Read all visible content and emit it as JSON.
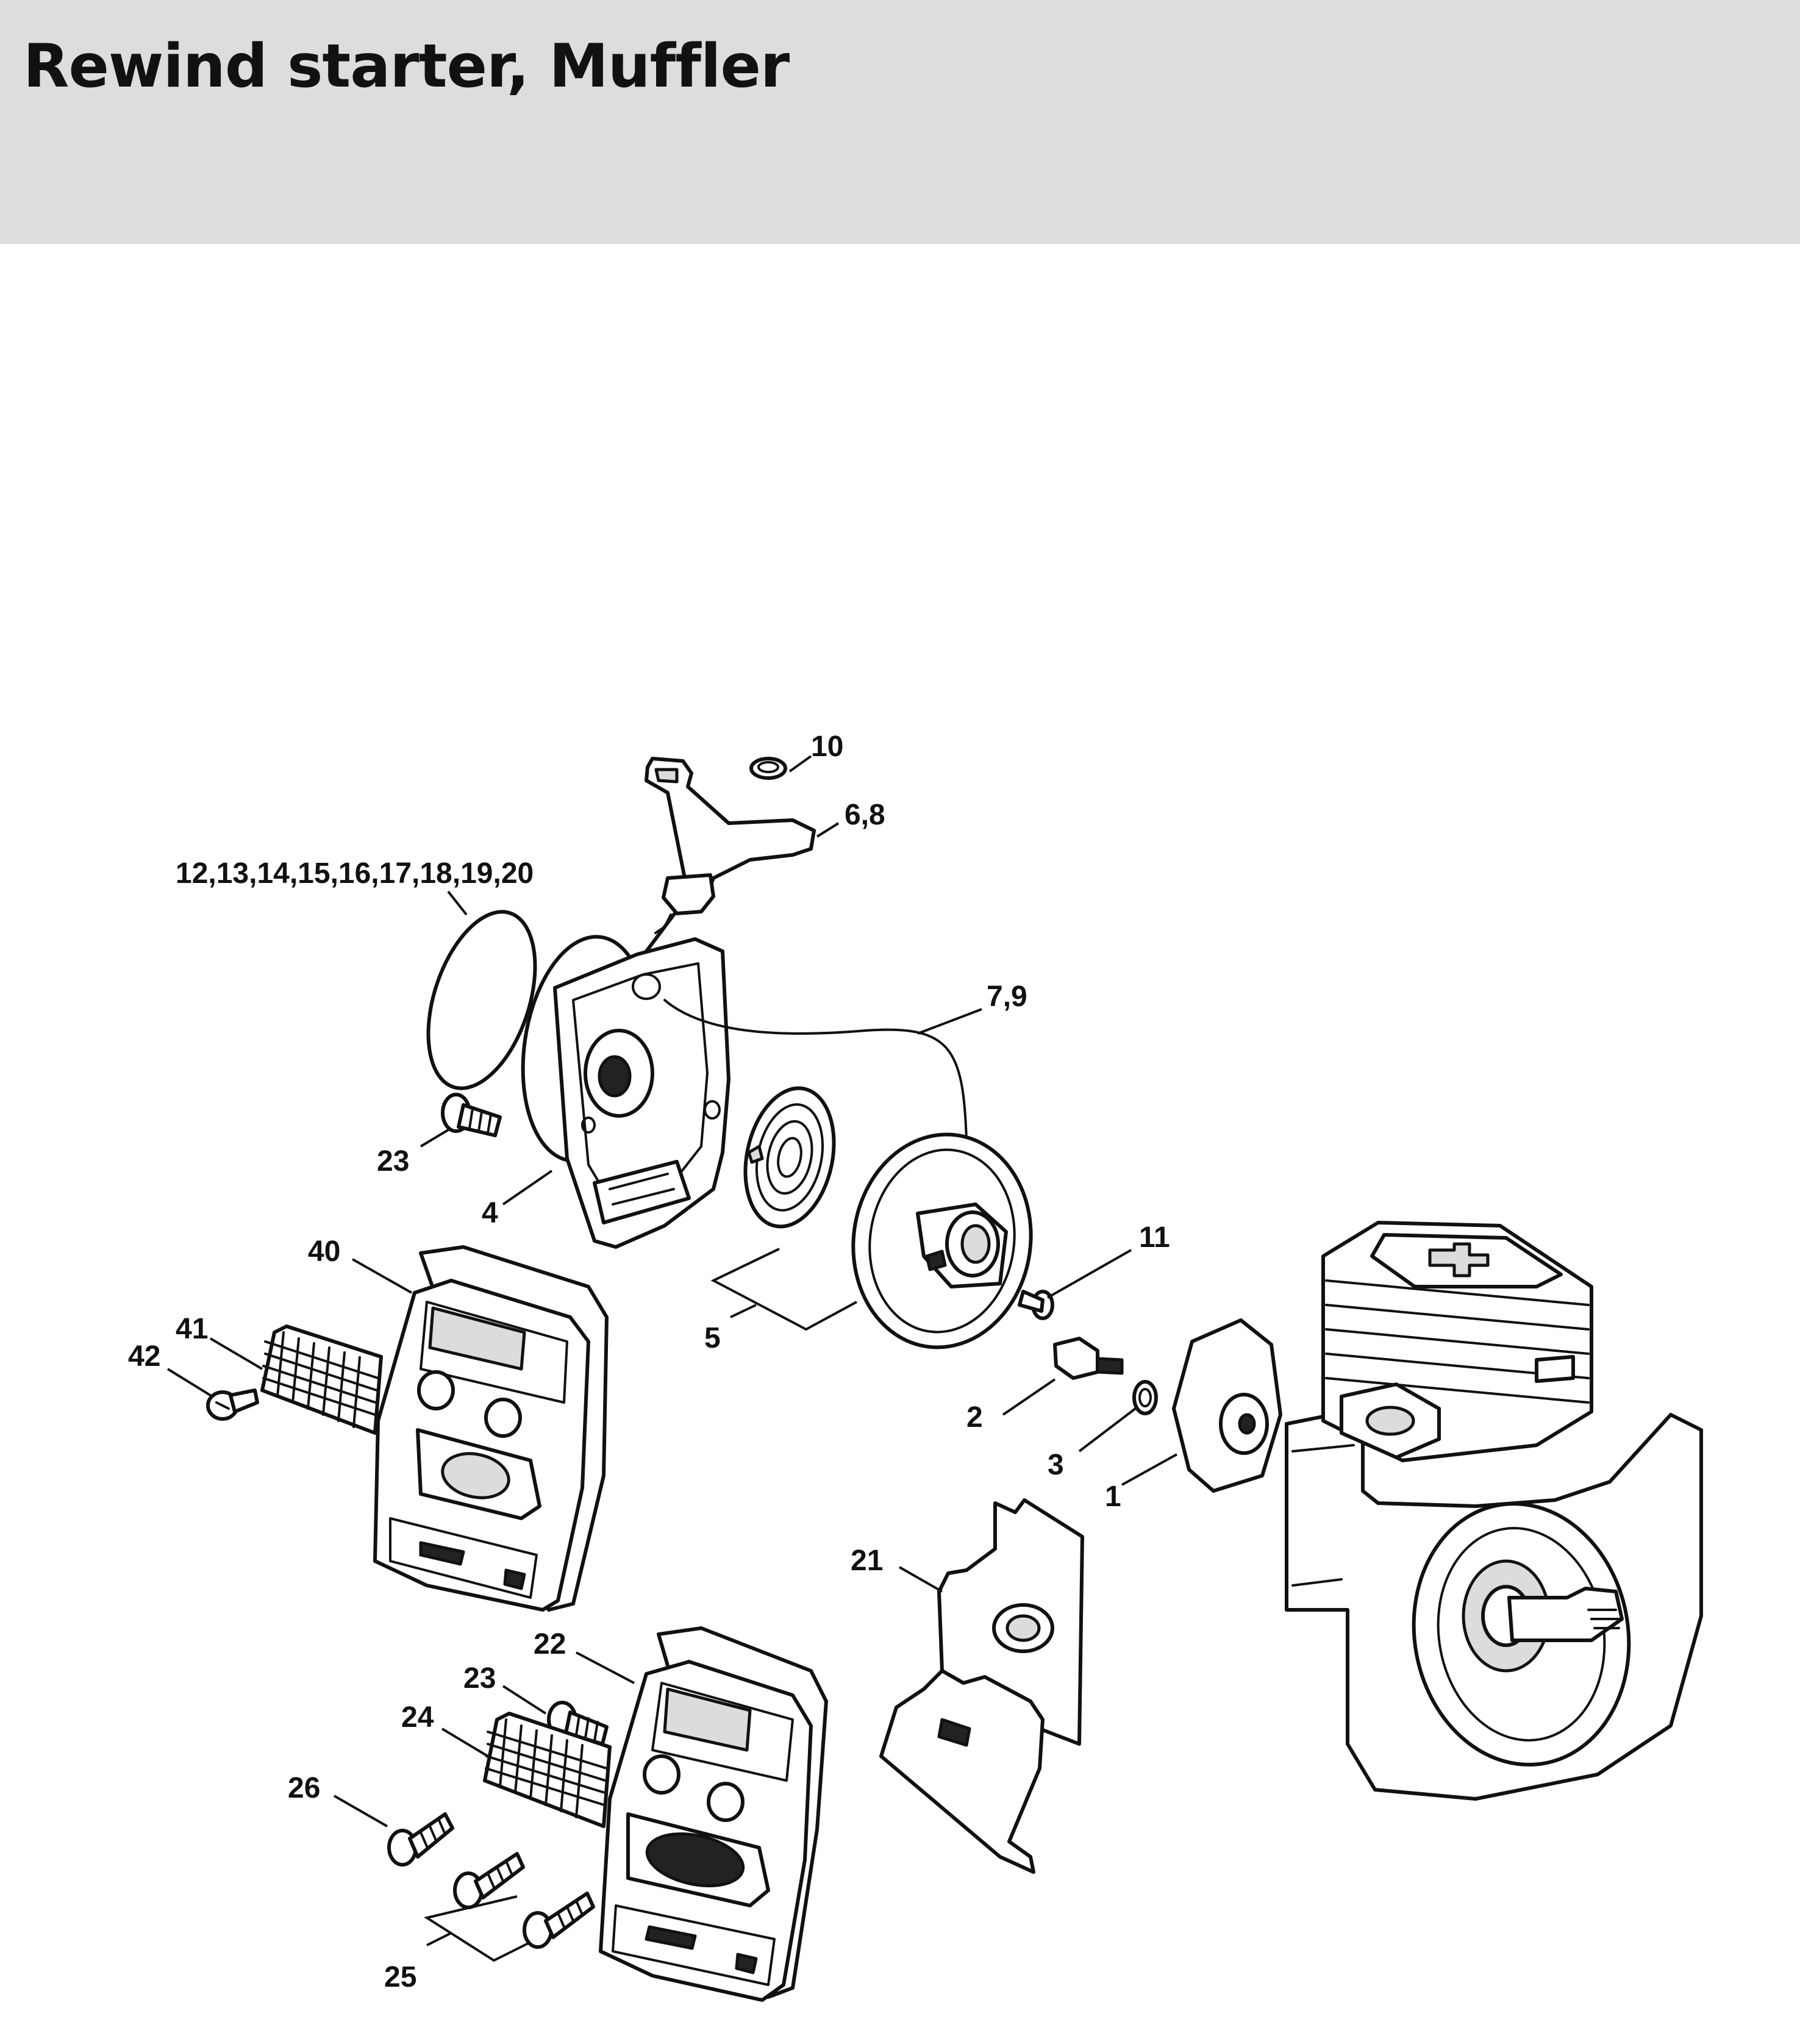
{
  "header": {
    "title": "Rewind starter, Muffler",
    "background": "#dcdddd"
  },
  "callouts": [
    {
      "id": "c10",
      "label": "10"
    },
    {
      "id": "c68",
      "label": "6,8"
    },
    {
      "id": "c12",
      "label": "12,13,14,15,16,17,18,19,20"
    },
    {
      "id": "c79",
      "label": "7,9"
    },
    {
      "id": "c23a",
      "label": "23"
    },
    {
      "id": "c4",
      "label": "4"
    },
    {
      "id": "c40",
      "label": "40"
    },
    {
      "id": "c11",
      "label": "11"
    },
    {
      "id": "c41",
      "label": "41"
    },
    {
      "id": "c42",
      "label": "42"
    },
    {
      "id": "c5",
      "label": "5"
    },
    {
      "id": "c2",
      "label": "2"
    },
    {
      "id": "c3",
      "label": "3"
    },
    {
      "id": "c1",
      "label": "1"
    },
    {
      "id": "c21",
      "label": "21"
    },
    {
      "id": "c22",
      "label": "22"
    },
    {
      "id": "c23b",
      "label": "23"
    },
    {
      "id": "c24",
      "label": "24"
    },
    {
      "id": "c26",
      "label": "26"
    },
    {
      "id": "c25",
      "label": "25"
    }
  ]
}
